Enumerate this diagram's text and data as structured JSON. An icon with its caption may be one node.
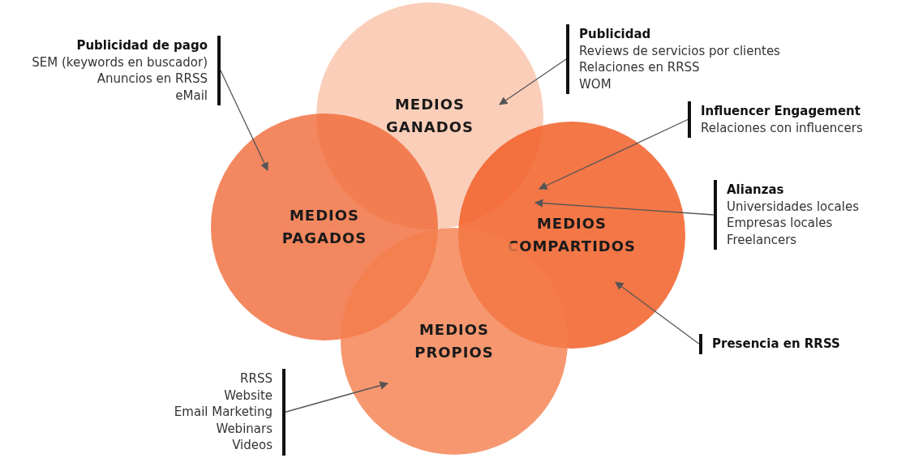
{
  "diagram": {
    "nodes": [
      {
        "text": [
          "MEDIOS GANADOS"
        ]
      },
      {
        "text": [
          "MEDIOS PAGADOS"
        ]
      },
      {
        "text": [
          "MEDIOS COMPARTIDOS"
        ]
      },
      {
        "text": [
          "MEDIOS PROPIOS"
        ]
      },
      {
        "text": [
          "Publicidad de pago",
          "SEM (keywords en buscador)",
          "Anuncios en RRSS",
          "eMail"
        ]
      },
      {
        "text": [
          "Publicidad",
          "Reviews de servicios por clientes",
          "Relaciones en RRSS",
          "WOM"
        ]
      },
      {
        "text": [
          "Influencer Engagement",
          "Relaciones con influencers"
        ]
      },
      {
        "text": [
          "Alianzas",
          "Universidades locales",
          "Empresas locales",
          "Freelancers"
        ]
      },
      {
        "text": [
          "Presencia en RRSS"
        ]
      },
      {
        "text": [
          "RRSS",
          "Website",
          "Email Marketing",
          "Webinars",
          "Videos"
        ]
      }
    ],
    "edges": [
      {
        "from": 4,
        "to": 1,
        "arrow": "to"
      },
      {
        "from": 5,
        "to": 0,
        "arrow": "to"
      },
      {
        "from": 6,
        "to": 2,
        "arrow": "to"
      },
      {
        "from": 7,
        "to": 2,
        "arrow": "to"
      },
      {
        "from": 8,
        "to": 2,
        "arrow": "to"
      },
      {
        "from": 9,
        "to": 3,
        "arrow": "to"
      }
    ]
  }
}
